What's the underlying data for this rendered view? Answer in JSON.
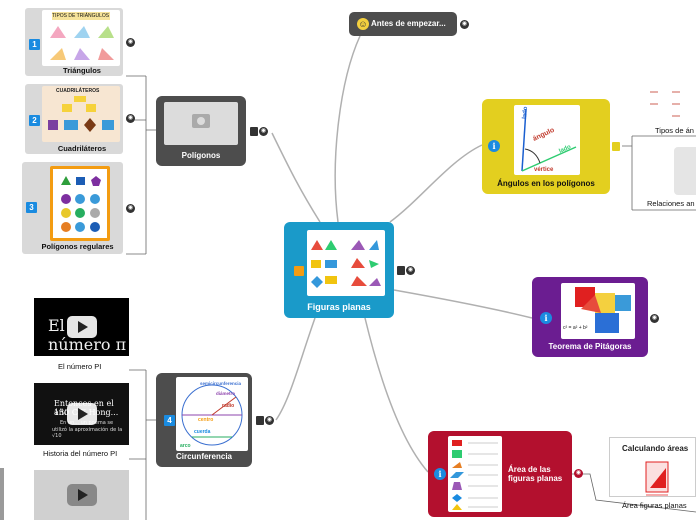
{
  "central": {
    "title": "Figuras planas",
    "color": "#1a9ac9"
  },
  "intro": {
    "title": "Antes de empezar..."
  },
  "poligonos": {
    "title": "Polígonos"
  },
  "angulos": {
    "title": "Ángulos en los polígonos",
    "img_words": {
      "lado1": "lado",
      "angulo": "ángulo",
      "lado2": "lado",
      "vertice": "vértice"
    }
  },
  "pitagoras": {
    "title": "Teorema de Pitágoras",
    "formula": "c² = a² + b²"
  },
  "circunferencia": {
    "title": "Circunferencia",
    "img_words": {
      "arco": "arco",
      "semicirc": "semicircunferencia",
      "radio": "radio",
      "cuerda": "cuerda",
      "centro": "centro",
      "diametro": "diámetro"
    }
  },
  "area": {
    "title": "Área de las figuras planas",
    "line1": "Área de las",
    "line2": "figuras planas"
  },
  "leaves_left": [
    {
      "num": "1",
      "label": "Triángulos",
      "img_title": "TIPOS DE TRIÁNGULOS"
    },
    {
      "num": "2",
      "label": "Cuadriláteros",
      "img_title": "CUADRILÁTEROS"
    },
    {
      "num": "3",
      "label": "Polígonos regulares"
    }
  ],
  "circ_badge": "4",
  "videos": [
    {
      "label": "El número PI",
      "overlay": "El número π"
    },
    {
      "label": "Historia del número PI",
      "overlay_line1": "Entonces en el año",
      "overlay_line2": "130 C.E Hong...",
      "overlay_line3": "En un... un poema se",
      "overlay_line4": "utilizó la aproximación de la √10"
    },
    {
      "label": ""
    }
  ],
  "right_leaves": [
    {
      "label": "Tipos de án"
    },
    {
      "label": "Relaciones an"
    },
    {
      "label": "Área figuras planas",
      "img_title": "Calculando áreas"
    }
  ],
  "colors": {
    "gray_node": "#4d4d4d",
    "yellow": "#e3cf1f",
    "purple": "#6b1d91",
    "red": "#b3102e",
    "blue_central": "#1a9ac9",
    "connector": "#aaaaaa",
    "badge_blue": "#1a8be0"
  }
}
